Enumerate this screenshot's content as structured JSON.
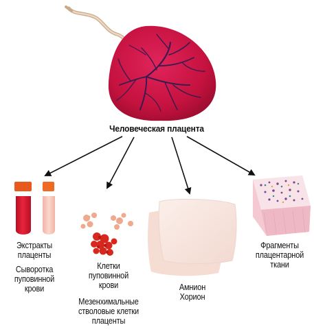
{
  "title": "Человеческая плацента",
  "items": [
    {
      "label": "Экстракты\nплаценты"
    },
    {
      "label": "Сыворотка\nпуповинной\nкрови"
    },
    {
      "label": "Клетки\nпуповинной\nкрови"
    },
    {
      "label": "Мезенхимальные\nстволовые клетки\nплаценты"
    },
    {
      "label": "Амнион\nХорион"
    },
    {
      "label": "Фрагменты\nплацентарной\nткани"
    }
  ],
  "colors": {
    "placenta": "#c8163f",
    "vessels": "#3d1a4f",
    "cord": "#d8b99a",
    "extract_cap": "#e8591e",
    "extract_red": "#d4132e",
    "serum": "#f4c3b5",
    "cells": "#e84a2f",
    "membrane": "#f7e6e0",
    "tissue": "#f2c6cf"
  }
}
